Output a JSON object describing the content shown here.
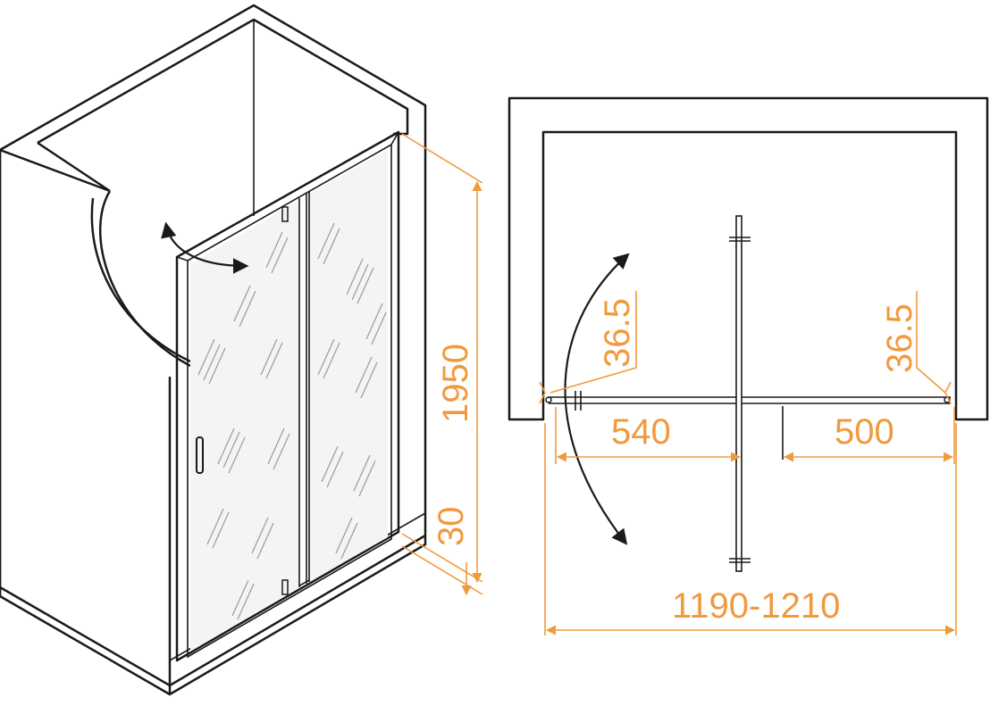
{
  "colors": {
    "outline": "#1a1a1a",
    "dimension": "#f09a3e",
    "background": "#ffffff"
  },
  "iso_view": {
    "height_label": "1950",
    "tray_label": "30"
  },
  "plan_view": {
    "wall_gap_left_label": "36.5",
    "wall_gap_right_label": "36.5",
    "door_width_label": "540",
    "fixed_panel_label": "500",
    "total_width_label": "1190-1210"
  }
}
